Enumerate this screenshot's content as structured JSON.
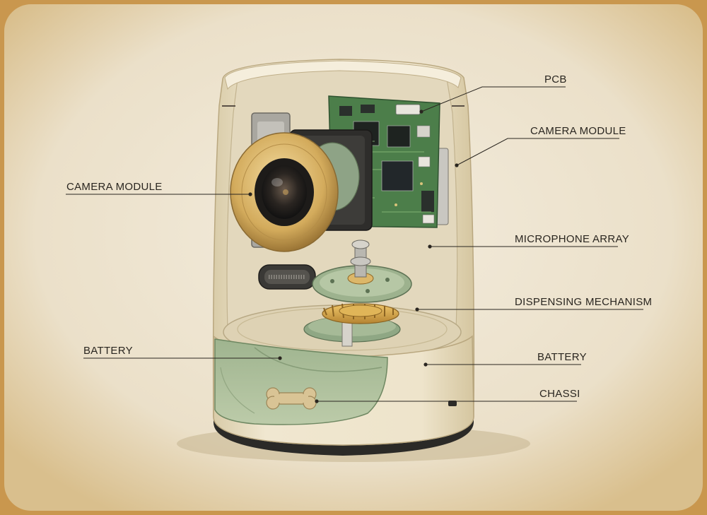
{
  "colors": {
    "paper": "#efe6d5",
    "frame": "#c9974e",
    "shell": "#ebe1c8",
    "shell_inner": "#e2d7bc",
    "sage": "#a9bb98",
    "sage_dark": "#7d946f",
    "brass": "#d8b46a",
    "pcb": "#4c7e4a",
    "base": "#2b2a27",
    "ink": "#2a2620"
  },
  "labels": {
    "pcb": "PCB",
    "camera_right": "CAMERA MODULE",
    "camera_left": "CAMERA MODULE",
    "microphone": "MICROPHONE ARRAY",
    "dispensing": "DISPENSING MECHANISM",
    "battery_left": "BATTERY",
    "battery_right": "BATTERY",
    "chassis": "CHASSI"
  },
  "icons": {
    "treat": "bone-icon",
    "port": "usb-port-icon"
  }
}
